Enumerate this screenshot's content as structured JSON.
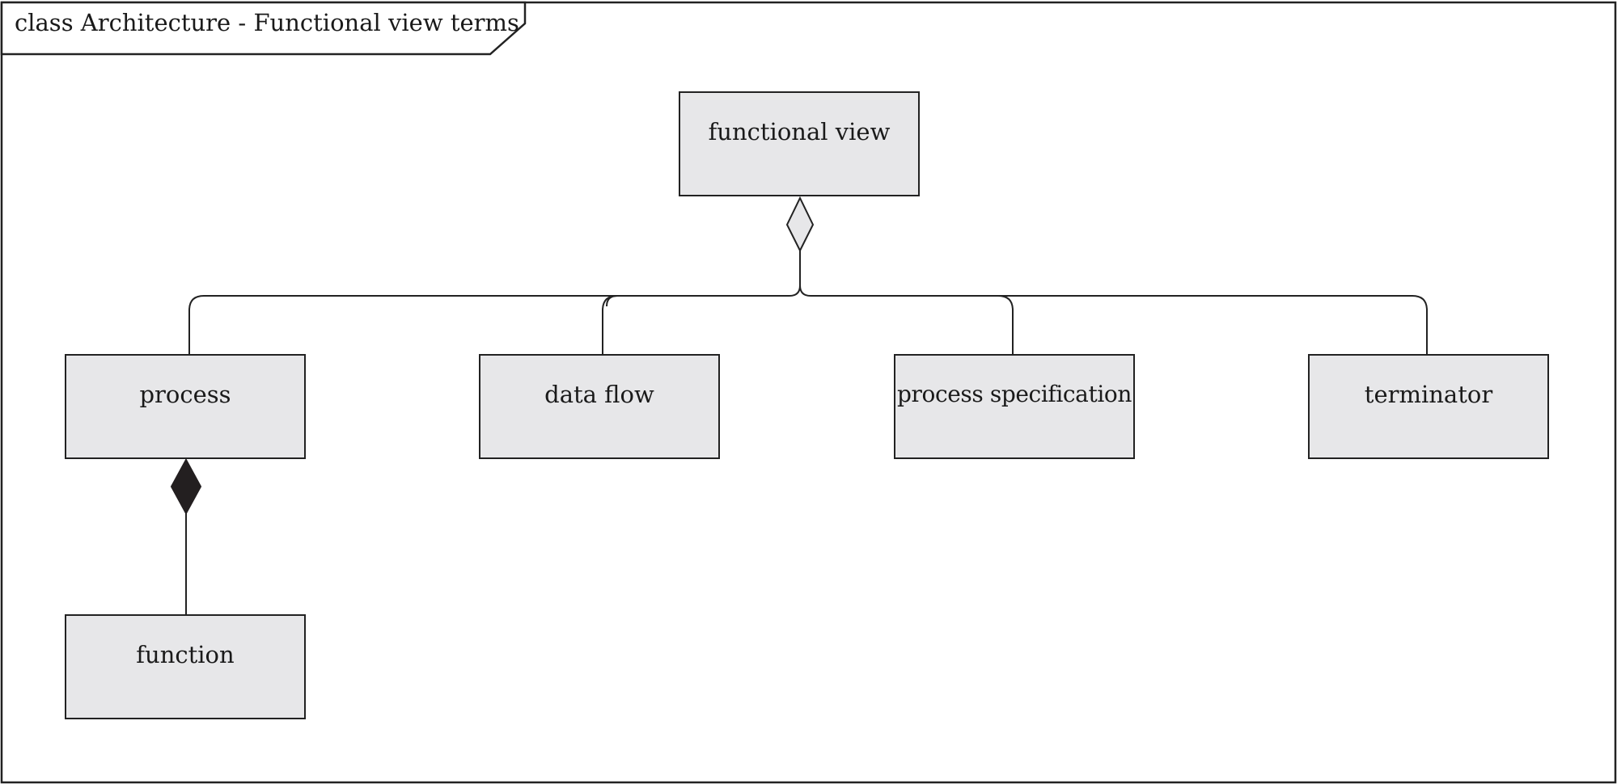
{
  "diagram": {
    "frame_title": "class Architecture - Functional view terms",
    "classes": {
      "functional_view": "functional view",
      "process": "process",
      "data_flow": "data flow",
      "process_specification": "process specification",
      "terminator": "terminator",
      "function": "function"
    },
    "relationships": [
      {
        "kind": "aggregation",
        "whole": "functional view",
        "part": "process"
      },
      {
        "kind": "aggregation",
        "whole": "functional view",
        "part": "data flow"
      },
      {
        "kind": "aggregation",
        "whole": "functional view",
        "part": "process specification"
      },
      {
        "kind": "aggregation",
        "whole": "functional view",
        "part": "terminator"
      },
      {
        "kind": "composition",
        "whole": "process",
        "part": "function"
      }
    ]
  }
}
